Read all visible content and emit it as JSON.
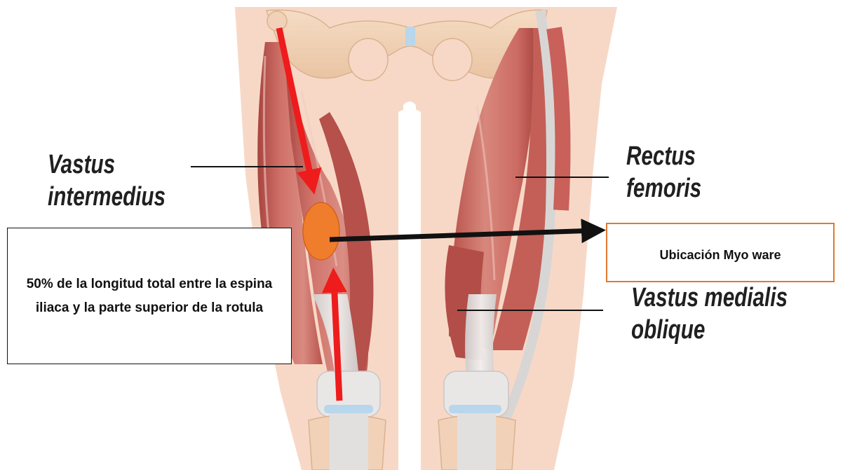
{
  "labels": {
    "vastus_intermedius": [
      "Vastus",
      "intermedius"
    ],
    "rectus_femoris": [
      "Rectus",
      "femoris"
    ],
    "vastus_medialis_oblique": [
      "Vastus medialis",
      "oblique"
    ]
  },
  "callouts": {
    "measurement_note": "50% de la longitud total entre la espina iliaca y la parte superior de la rotula",
    "sensor_location": "Ubicación Myo ware"
  },
  "icons": {
    "sensor_marker": "orange-ellipse",
    "measurement_arrows": "red-arrows",
    "pointer_arrows": "black-arrows"
  },
  "colors": {
    "skin": "#f6d3c0",
    "muscle": "#c9655f",
    "muscle_dark": "#a8443f",
    "tendon": "#e6e3e2",
    "cartilage": "#b8d6ec",
    "sensor": "#ef7d2c",
    "measure_arrow": "#ee1c1c",
    "pointer_arrow": "#111111",
    "location_border": "#e07a2e"
  }
}
